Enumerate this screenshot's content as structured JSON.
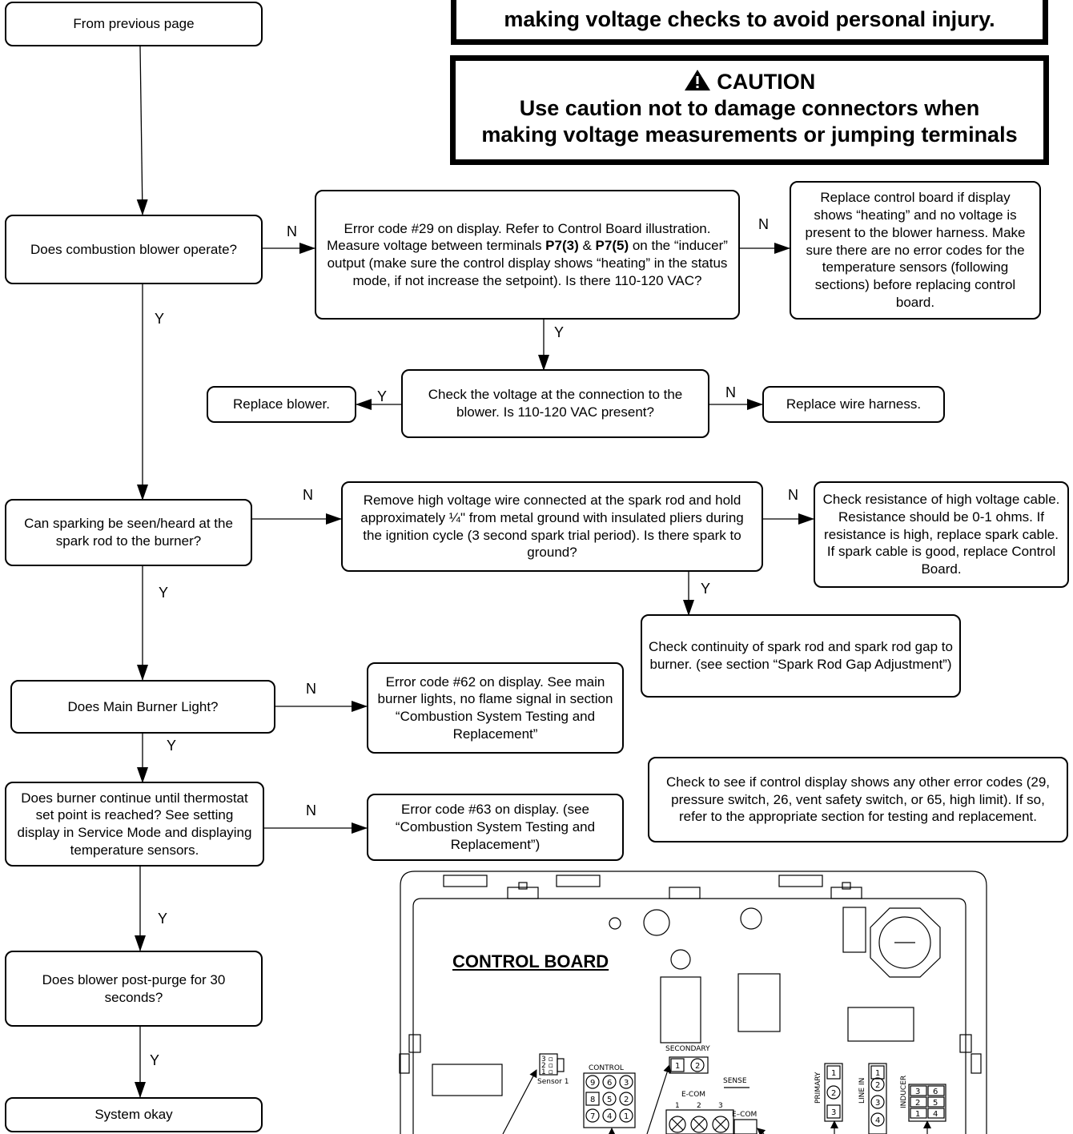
{
  "warning_top": {
    "text": "making voltage checks to avoid personal injury."
  },
  "caution": {
    "title": "CAUTION",
    "line1": "Use caution not to damage connectors when",
    "line2": "making voltage measurements or jumping terminals"
  },
  "nodes": {
    "from_prev": "From previous page",
    "q_blower": "Does combustion blower operate?",
    "err29": "Error code #29 on display. Refer to Control Board illustration. Measure voltage between terminals P7(3) & P7(5) on the “inducer” output (make sure the control display shows “heating” in the status mode, if not increase the setpoint). Is there 110-120 VAC?",
    "err29_a": "Error code #29 on display. Refer to Control Board illustration. Measure voltage between terminals ",
    "err29_b": "P7(3)",
    "err29_c": " & ",
    "err29_d": "P7(5)",
    "err29_e": " on the “inducer” output (make sure the control display shows “heating” in the status mode, if not increase the setpoint).  Is there 110-120 VAC?",
    "replace_board": "Replace control board if display shows “heating” and no voltage is present to the blower harness. Make sure there are no error codes for the temperature sensors (following sections) before replacing control board.",
    "check_voltage": "Check the voltage at the connection to the blower.  Is 110-120 VAC present?",
    "replace_blower": "Replace blower.",
    "replace_harness": "Replace wire harness.",
    "q_spark": "Can sparking be seen/heard at the spark rod to the burner?",
    "remove_wire": "Remove high voltage wire connected at the spark rod and hold approximately ¼\" from metal ground with insulated pliers during the ignition cycle (3 second spark trial period).  Is there spark to ground?",
    "check_resistance": "Check resistance of high voltage cable. Resistance should be 0-1 ohms. If resistance is high, replace spark cable. If spark cable is good, replace Control Board.",
    "check_continuity": "Check continuity of spark rod and spark rod gap to burner. (see section “Spark Rod Gap Adjustment”)",
    "q_main_burner": "Does Main Burner Light?",
    "err62": "Error code #62 on display.  See main burner lights, no flame signal in section “Combustion System Testing and Replacement”",
    "q_burner_continue": "Does burner continue until thermostat set point is reached? See setting display in Service Mode and displaying temperature sensors.",
    "err63": "Error code #63 on display.  (see “Combustion System Testing and Replacement”)",
    "check_other": "Check to see if control display shows any other error codes (29, pressure switch, 26, vent safety switch, or 65, high limit).  If so, refer to the appropriate section for testing and replacement.",
    "q_postpurge": "Does blower post-purge for 30 seconds?",
    "system_ok": "System okay"
  },
  "edge_labels": {
    "n": "N",
    "y": "Y"
  },
  "board": {
    "title": "CONTROL BOARD",
    "secondary": "SECONDARY",
    "control": "CONTROL",
    "sense": "SENSE",
    "ecom": "E-COM",
    "ecom2": "E–COM",
    "sensor1": "Sensor 1",
    "primary": "PRIMARY",
    "line_in": "LINE IN",
    "inducer": "INDUCER"
  }
}
